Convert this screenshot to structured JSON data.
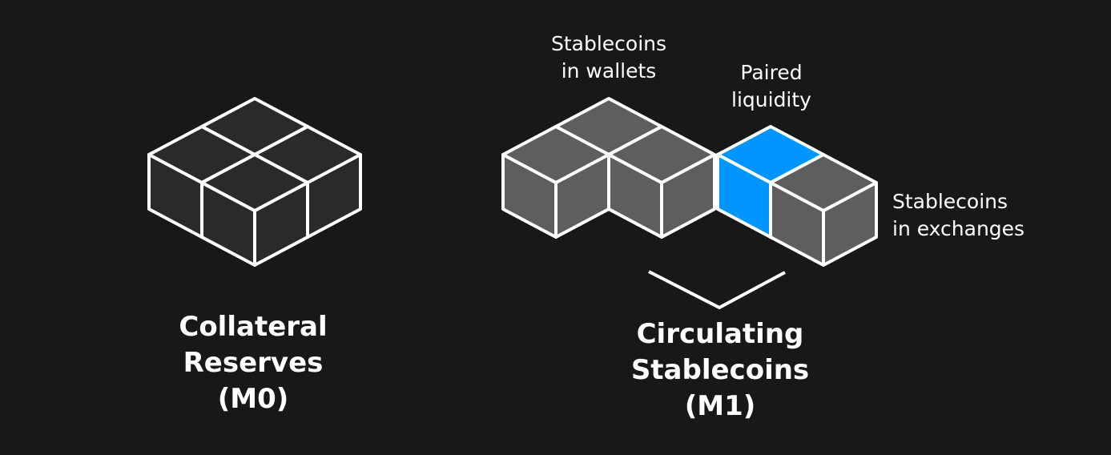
{
  "colors": {
    "background": "#181818",
    "edge": "#ffffff",
    "cube_dark": "#2a2a2a",
    "cube_grey": "#5e5e5e",
    "cube_blue": "#0095ff"
  },
  "collateral": {
    "title_lines": [
      "Collateral",
      "Reserves",
      "(M0)"
    ]
  },
  "circulating": {
    "title_lines": [
      "Circulating",
      "Stablecoins",
      "(M1)"
    ],
    "wallets_label_lines": [
      "Stablecoins",
      "in wallets"
    ],
    "paired_label_lines": [
      "Paired",
      "liquidity"
    ],
    "exchanges_label_lines": [
      "Stablecoins",
      "in exchanges"
    ]
  }
}
